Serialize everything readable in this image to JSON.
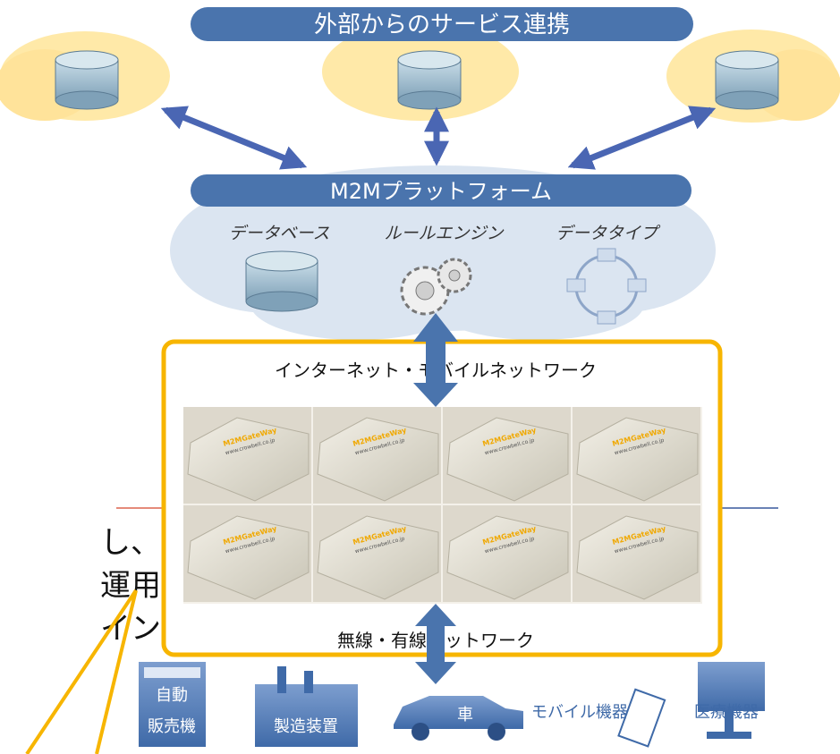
{
  "header": {
    "title": "外部からのサービス連携"
  },
  "platform": {
    "title": "M2Mプラットフォーム",
    "components": [
      "データベース",
      "ルールエンジン",
      "データタイプ"
    ]
  },
  "network": {
    "upper_label": "インターネット・モバイルネットワーク",
    "lower_label": "無線・有線ネットワーク",
    "gateway_brand": "M2MGateWay",
    "gateway_url": "www.crowbell.co.jp"
  },
  "devices": {
    "vending_top": "自動",
    "vending_bottom": "販売機",
    "factory": "製造装置",
    "car": "車",
    "mobile": "モバイル機器",
    "medical": "医療機器"
  },
  "side_text": [
    "し、",
    "運用",
    "イン"
  ],
  "colors": {
    "pill": "#4a74ad",
    "cloud_outer": "#ffe9a8",
    "cloud_inner": "#dbe5f1",
    "frame": "#f7b500",
    "arrow": "#4a66b3"
  }
}
